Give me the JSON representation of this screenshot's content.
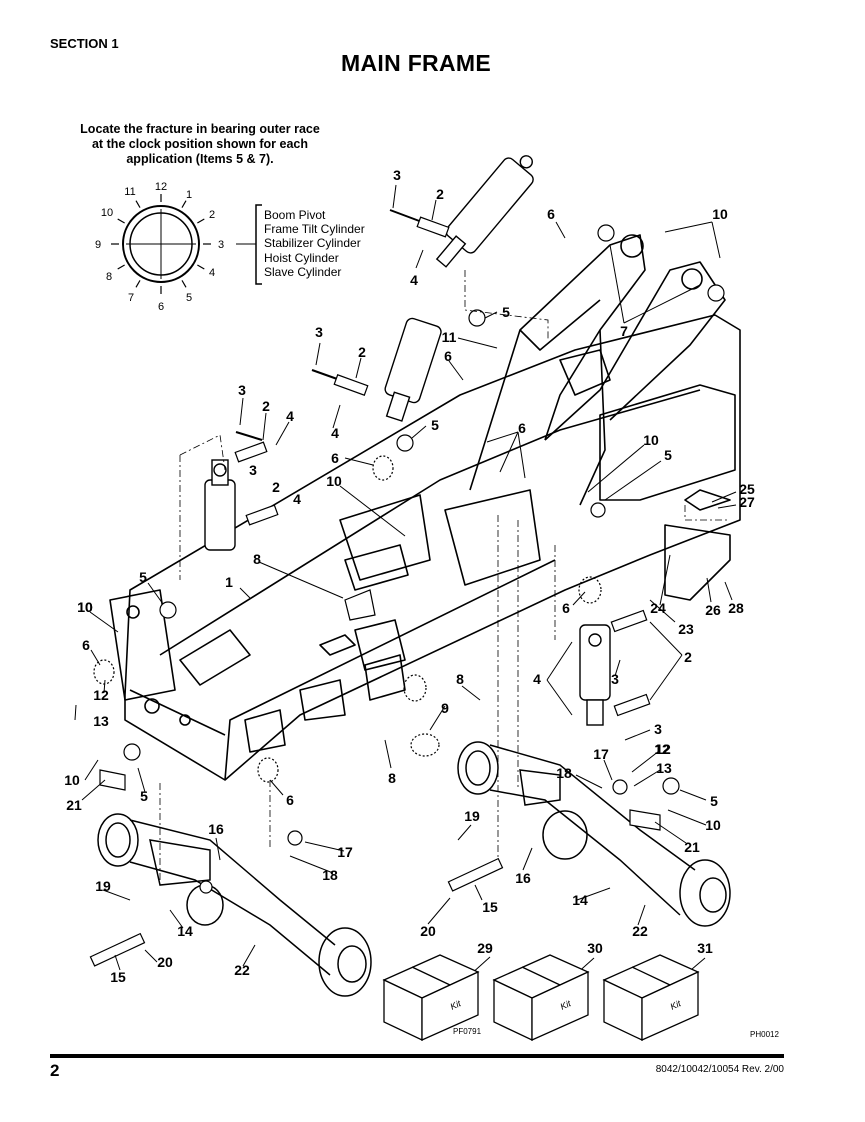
{
  "header": {
    "section": "SECTION 1",
    "title": "MAIN FRAME"
  },
  "note": {
    "lines": [
      "Locate the fracture in bearing outer race",
      "at the clock position shown for each",
      "application (Items 5 & 7)."
    ]
  },
  "clock_labels": [
    "12",
    "1",
    "2",
    "3",
    "4",
    "5",
    "6",
    "7",
    "8",
    "9",
    "10",
    "11"
  ],
  "applications": [
    "Boom Pivot",
    "Frame Tilt Cylinder",
    "Stabilizer Cylinder",
    "Hoist Cylinder",
    "Slave Cylinder"
  ],
  "callouts": [
    "3",
    "2",
    "4",
    "6",
    "10",
    "5",
    "11",
    "7",
    "3",
    "2",
    "6",
    "3",
    "2",
    "4",
    "4",
    "5",
    "6",
    "10",
    "3",
    "2",
    "4",
    "6",
    "10",
    "10",
    "5",
    "8",
    "1",
    "25",
    "27",
    "5",
    "10",
    "24",
    "26",
    "28",
    "23",
    "6",
    "2",
    "4",
    "3",
    "8",
    "9",
    "3",
    "12",
    "6",
    "12",
    "13",
    "10",
    "5",
    "21",
    "8",
    "6",
    "17",
    "12",
    "18",
    "13",
    "5",
    "10",
    "16",
    "17",
    "18",
    "21",
    "19",
    "19",
    "16",
    "15",
    "14",
    "14",
    "20",
    "15",
    "22",
    "20",
    "22",
    "29",
    "30",
    "31"
  ],
  "kits": {
    "label": "Kit"
  },
  "figure_codes": {
    "left": "PF0791",
    "right": "PH0012"
  },
  "footer": {
    "page_number": "2",
    "doc_number": "8042/10042/10054 Rev. 2/00"
  }
}
